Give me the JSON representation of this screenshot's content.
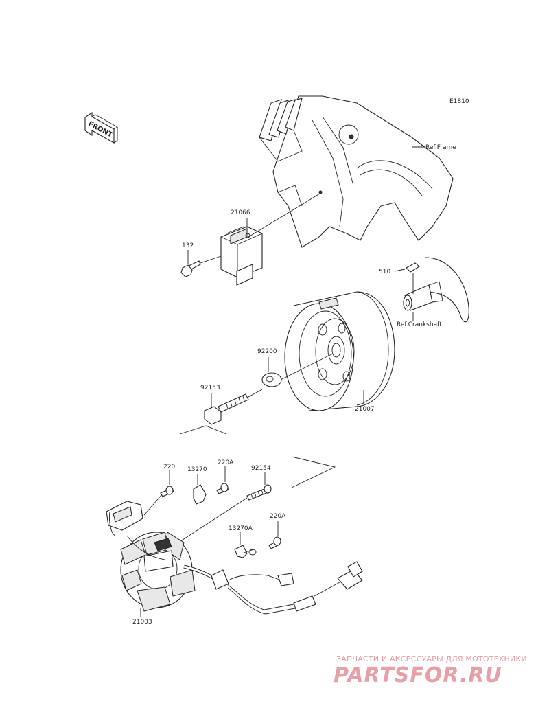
{
  "diagram_code": "E1810",
  "front_marker": "FRONT",
  "references": {
    "frame": "Ref.Frame",
    "crankshaft": "Ref.Crankshaft"
  },
  "parts": {
    "regulator": "21066",
    "regulator_bolt": "132",
    "key": "510",
    "flywheel": "21007",
    "washer": "92200",
    "flywheel_bolt": "92153",
    "stator_bolt": "220",
    "clamp_upper": "13270",
    "clamp_upper_bolt": "220A",
    "stator_bolt_long": "92154",
    "clamp_lower": "13270A",
    "clamp_lower_bolt": "220A",
    "stator": "21003"
  },
  "watermark": {
    "tagline": "ЗАПЧАСТИ И АКСЕССУАРЫ ДЛЯ МОТОТЕХНИКИ",
    "logo": "PARTSFOR.RU"
  }
}
